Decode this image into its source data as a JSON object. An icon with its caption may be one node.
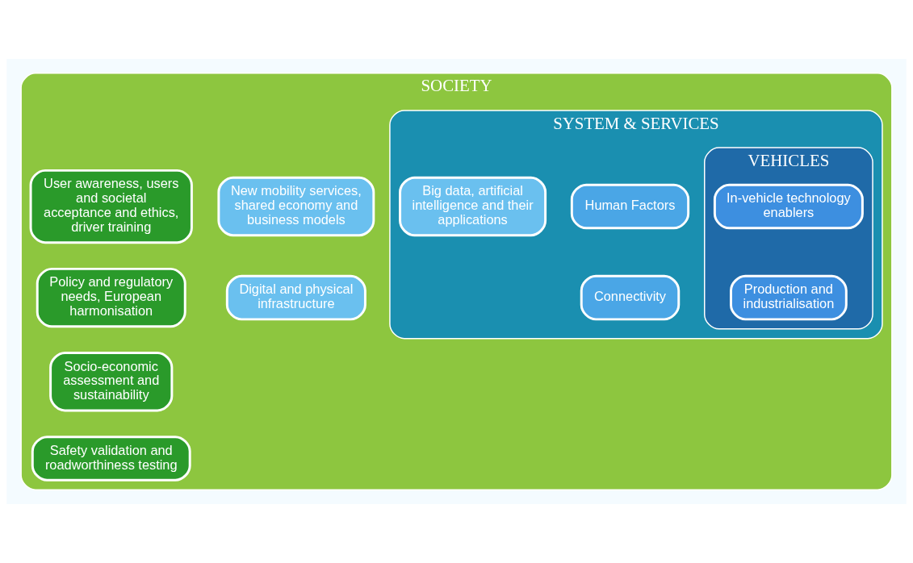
{
  "diagram": {
    "nodes": [
      {
        "text": [
          "SOCIETY"
        ]
      },
      {
        "text": [
          "SYSTEM & SERVICES"
        ],
        "in": 0
      },
      {
        "text": [
          "VEHICLES"
        ],
        "in": 1
      },
      {
        "text": [
          "In-vehicle technology enablers"
        ],
        "in": 2
      },
      {
        "text": [
          "Production and industrialisation"
        ],
        "in": 2
      },
      {
        "text": [
          "Human Factors"
        ],
        "in": 1
      },
      {
        "text": [
          "Connectivity"
        ],
        "in": 1
      },
      {
        "text": [
          "Big data, artificial intelligence and their applications"
        ],
        "in": 1
      },
      {
        "text": [
          "New mobility services, shared economy and business models"
        ],
        "in": 0
      },
      {
        "text": [
          "Digital and physical infrastructure"
        ],
        "in": 0
      },
      {
        "text": [
          "User awareness, users and societal acceptance and ethics, driver training"
        ],
        "in": 0
      },
      {
        "text": [
          "Policy and regulatory needs, European harmonisation"
        ],
        "in": 0
      },
      {
        "text": [
          "Socio-economic assessment and sustainability"
        ],
        "in": 0
      },
      {
        "text": [
          "Safety validation and roadworthiness testing"
        ],
        "in": 0
      }
    ]
  }
}
